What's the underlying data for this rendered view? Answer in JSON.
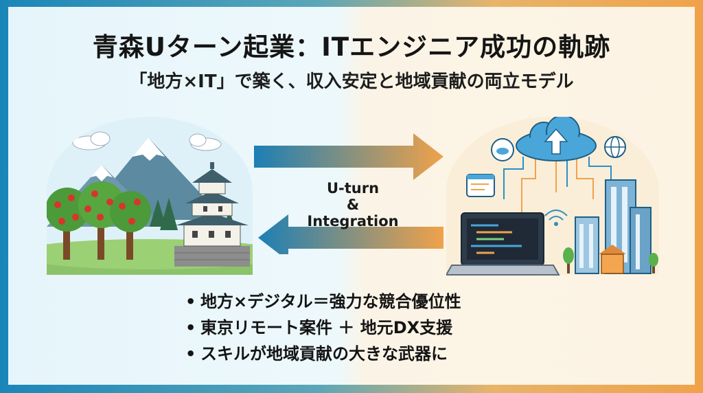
{
  "title": "青森Uターン起業：ITエンジニア成功の軌跡",
  "subtitle": "「地方×IT」で築く、収入安定と地域貢献の両立モデル",
  "center_label": {
    "line1": "U-turn",
    "line2": "&",
    "line3": "Integration"
  },
  "bullets": [
    "地方×デジタル＝強力な競合優位性",
    "東京リモート案件 ＋ 地元DX支援",
    "スキルが地域貢献の大きな武器に"
  ],
  "bullet_symbol": "•",
  "colors": {
    "arrow_blue": "#1c7fb5",
    "arrow_orange": "#f0a24a",
    "text": "#151515"
  },
  "icons": {
    "left_scene": "aomori-mountain-castle-apple-illustration",
    "right_scene": "cloud-laptop-city-illustration"
  }
}
